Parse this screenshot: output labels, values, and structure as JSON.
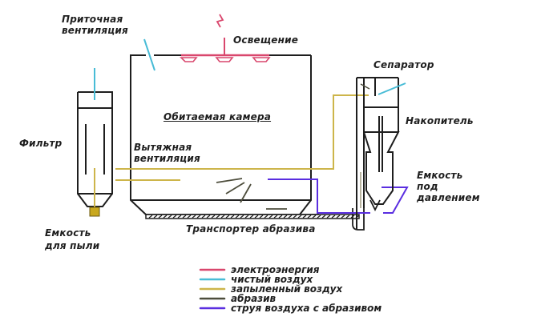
{
  "labels": {
    "supply_ventilation": [
      "Приточная",
      "вентиляция"
    ],
    "lighting": "Освещение",
    "separator": "Сепаратор",
    "inhabited_chamber": "Обитаемая камера",
    "accumulator": "Накопитель",
    "filter": "Фильтр",
    "exhaust_ventilation": [
      "Вытяжная",
      "вентиляция"
    ],
    "pressure_vessel": [
      "Емкость",
      "под",
      "давлением"
    ],
    "dust_container": [
      "Емкость",
      "для пыли"
    ],
    "abrasive_conveyor": "Транспортер абразива"
  },
  "legend": [
    {
      "label": "электроэнергия",
      "color": "#d9476d"
    },
    {
      "label": "чистый воздух",
      "color": "#48bcd6"
    },
    {
      "label": "запыленный воздух",
      "color": "#cdb54a"
    },
    {
      "label": "абразив",
      "color": "#4d4d3c"
    },
    {
      "label": "струя воздуха с абразивом",
      "color": "#5a2ee0"
    }
  ],
  "colors": {
    "outline": "#1e1e1e",
    "electricity": "#d9476d",
    "clean_air": "#48bcd6",
    "dusty_air": "#cdb54a",
    "abrasive": "#4d4d3c",
    "abrasive_jet": "#5a2ee0",
    "dust_container_fill": "#c9a81e"
  }
}
